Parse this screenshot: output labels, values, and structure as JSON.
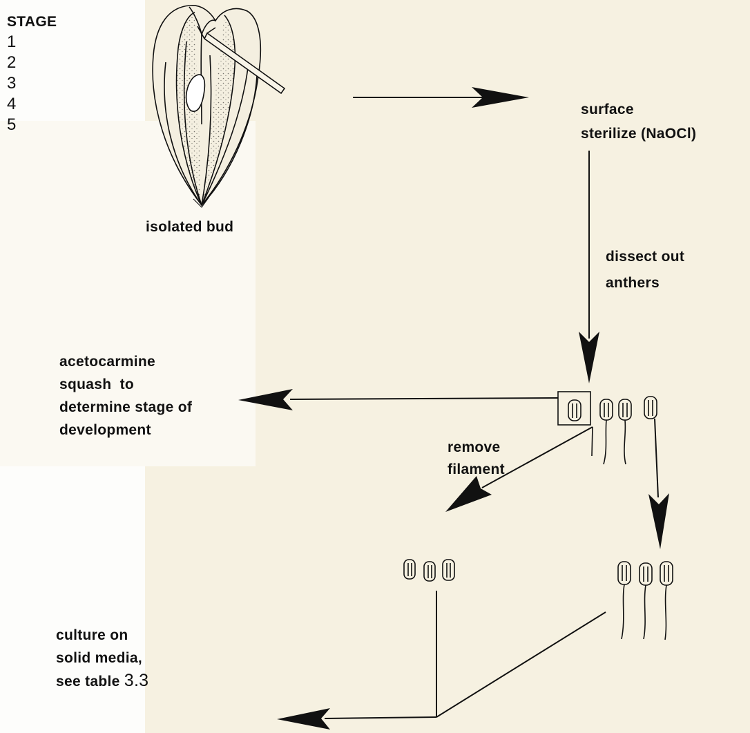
{
  "stage_key": {
    "title": "STAGE",
    "numbers": [
      "1",
      "2",
      "3",
      "4",
      "5"
    ]
  },
  "labels": {
    "isolated_bud": "isolated bud",
    "surface_sterilize": [
      "surface",
      "sterilize (NaOCl)"
    ],
    "dissect_out": [
      "dissect out",
      "anthers"
    ],
    "acetocarmine": [
      "acetocarmine",
      "squash  to",
      "determine stage of",
      "development"
    ],
    "remove_filament": [
      "remove",
      "filament"
    ],
    "culture": [
      "culture on",
      "solid media,",
      "see table"
    ],
    "table_number": "3.3"
  },
  "colors": {
    "background": "#f6f1e1",
    "ink": "#111111"
  }
}
